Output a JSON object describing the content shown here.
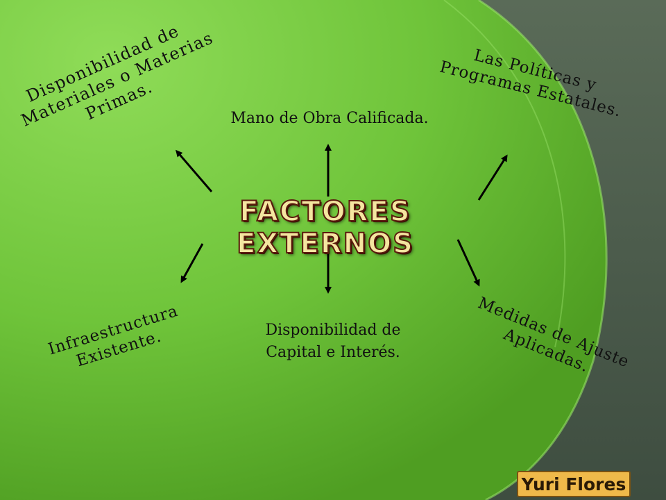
{
  "diagram": {
    "title": "FACTORES EXTERNOS",
    "factors": {
      "materiales": {
        "line1": "Disponibilidad de",
        "line2": "Materiales o Materias",
        "line3": "Primas."
      },
      "mano_obra": {
        "line1": "Mano de Obra Calificada."
      },
      "politicas": {
        "line1": "Las Políticas y",
        "line2": "Programas Estatales."
      },
      "infraestructura": {
        "line1": "Infraestructura",
        "line2": "Existente."
      },
      "capital": {
        "line1": "Disponibilidad de",
        "line2": "Capital e Interés."
      },
      "medidas": {
        "line1": "Medidas de Ajuste",
        "line2": "Aplicadas."
      }
    }
  },
  "author": "Yuri Flores",
  "colors": {
    "dark_background": "#4a5a4c",
    "green_light": "#8fdc58",
    "green_dark": "#56a822",
    "title_fill": "#f4e6a0",
    "title_outline": "#5a1a0c",
    "badge_fill": "#efb94a"
  }
}
